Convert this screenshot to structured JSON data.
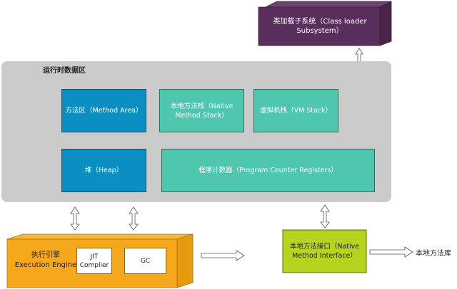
{
  "class_loader": {
    "label": "类加载子系统（Class loader Subsystem）",
    "color": "#5a2e5c"
  },
  "runtime_area": {
    "title": "运行时数据区",
    "method_area": "方法区（Method Area）",
    "native_stack": "本地方法栈（Native Method Stack）",
    "vm_stack": "虚拟机栈（VM Stack）",
    "heap": "堆（Heap）",
    "pc_registers": "程序计数器（Program Counter Registers）"
  },
  "execution_engine": {
    "label_cn": "执行引擎",
    "label_en": "Execution Engine",
    "jit": "JIT Complier",
    "gc": "GC",
    "color": "#f5a81c"
  },
  "native_interface": {
    "label": "本地方法接口（Native Method Interface）",
    "color": "#b6d41e"
  },
  "native_library": {
    "label": "本地方法库"
  }
}
